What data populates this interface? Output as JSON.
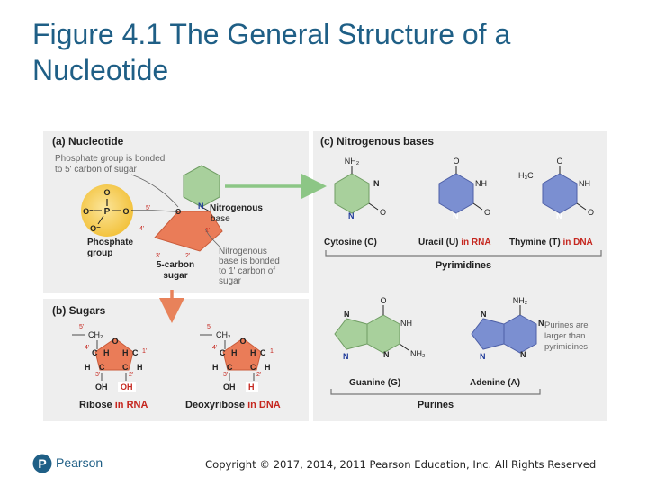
{
  "title": "Figure 4.1 The General Structure of a Nucleotide",
  "panel_a": {
    "title": "(a) Nucleotide",
    "phosphate_note": [
      "Phosphate group is bonded",
      "to 5' carbon of sugar"
    ],
    "phosphate_label": [
      "Phosphate",
      "group"
    ],
    "sugar_label": [
      "5-carbon",
      "sugar"
    ],
    "base_label": [
      "Nitrogenous",
      "base"
    ],
    "base_note": [
      "Nitrogenous",
      "base is bonded",
      "to 1' carbon of",
      "sugar"
    ],
    "atoms": {
      "o": "O",
      "p": "P",
      "n": "N",
      "o_minus": "O⁻",
      "pos5": "5'",
      "pos4": "4'",
      "pos3": "3'",
      "pos2": "2'",
      "pos1": "1'"
    }
  },
  "panel_b": {
    "title": "(b) Sugars",
    "ribose": {
      "name": "Ribose",
      "suffix": " in RNA",
      "group2": "OH"
    },
    "deoxyribose": {
      "name": "Deoxyribose",
      "suffix": " in DNA",
      "group2": "H"
    },
    "atoms": {
      "ch2": "CH₂",
      "o": "O",
      "c": "C",
      "h": "H",
      "oh": "OH",
      "p5": "5'",
      "p4": "4'",
      "p3": "3'",
      "p2": "2'",
      "p1": "1'"
    }
  },
  "panel_c": {
    "title": "(c) Nitrogenous bases",
    "pyrimidines_label": "Pyrimidines",
    "purines_label": "Purines",
    "cytosine": {
      "name": "Cytosine (C)",
      "nh2": "NH₂",
      "o": "O"
    },
    "uracil": {
      "name": "Uracil (U)",
      "suffix": " in RNA",
      "nh": "NH",
      "o1": "O",
      "o2": "O"
    },
    "thymine": {
      "name": "Thymine (T)",
      "suffix": " in DNA",
      "h3c": "H₃C",
      "nh": "NH",
      "o1": "O",
      "o2": "O"
    },
    "guanine": {
      "name": "Guanine (G)",
      "o": "O",
      "nh": "NH",
      "nh2": "NH₂"
    },
    "adenine": {
      "name": "Adenine (A)",
      "nh2": "NH₂"
    },
    "purine_note": [
      "Purines are",
      "larger than",
      "pyrimidines"
    ],
    "n": "N"
  },
  "colors": {
    "title": "#1f5f86",
    "red_text": "#c5261e",
    "pyrimidine_green": "#a8d09c",
    "purine_blue": "#7b8fd1",
    "sugar_orange": "#ea7c58",
    "phosphate_yellow": "#f2c037",
    "arrow_green": "#8cc685",
    "arrow_orange": "#e8825a"
  },
  "brand": "Pearson",
  "copyright": "Copyright © 2017, 2014, 2011 Pearson Education, Inc. All Rights Reserved"
}
